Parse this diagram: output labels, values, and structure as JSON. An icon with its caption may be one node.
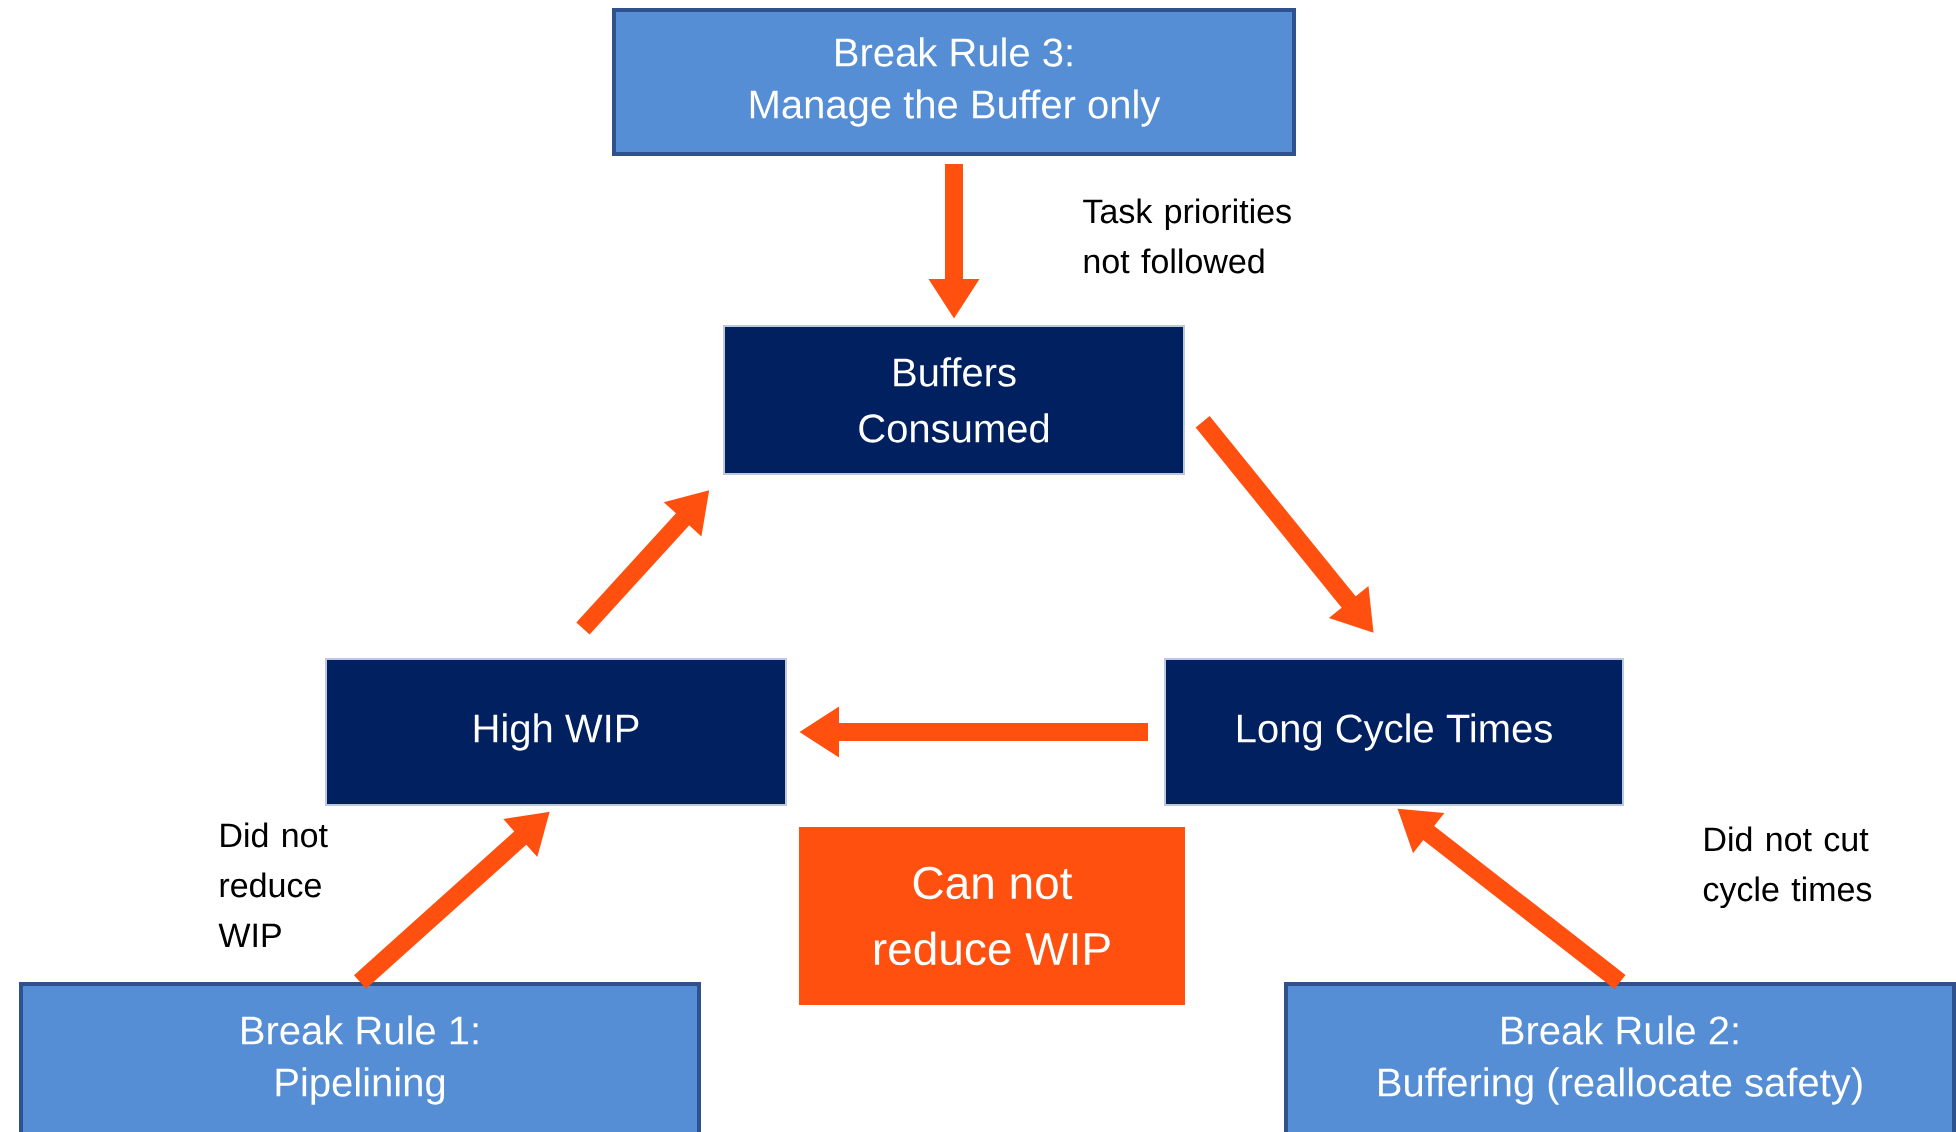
{
  "diagram": {
    "nodes": [
      {
        "text": [
          "Break Rule 3:",
          "Manage the Buffer only"
        ]
      },
      {
        "text": [
          "Buffers",
          "Consumed"
        ]
      },
      {
        "text": [
          "High WIP"
        ]
      },
      {
        "text": [
          "Long Cycle Times"
        ]
      },
      {
        "text": [
          "Can not",
          "reduce WIP"
        ]
      },
      {
        "text": [
          "Break Rule 1:",
          "Pipelining"
        ]
      },
      {
        "text": [
          "Break Rule 2:",
          "Buffering (reallocate safety)"
        ]
      }
    ],
    "edges": [
      {
        "from": 0,
        "to": 1,
        "arrow": "to",
        "label": "Task priorities not followed"
      },
      {
        "from": 1,
        "to": 3,
        "arrow": "to"
      },
      {
        "from": 3,
        "to": 2,
        "arrow": "to"
      },
      {
        "from": 2,
        "to": 1,
        "arrow": "to"
      },
      {
        "from": 5,
        "to": 2,
        "arrow": "to",
        "label": "Did not reduce WIP"
      },
      {
        "from": 6,
        "to": 3,
        "arrow": "to",
        "label": "Did not cut cycle times"
      }
    ]
  }
}
